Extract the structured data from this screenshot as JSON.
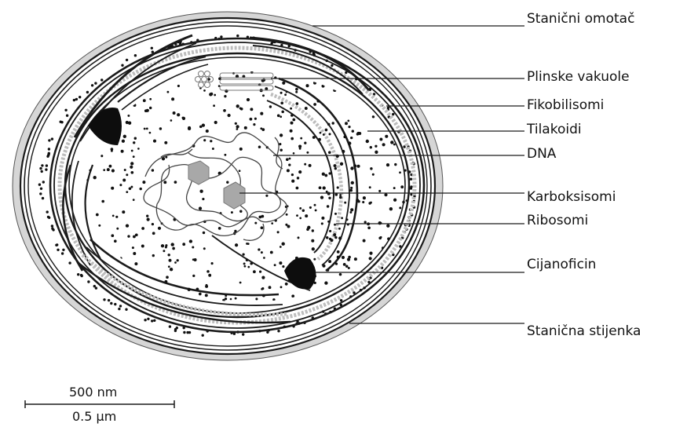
{
  "labels": [
    {
      "id": "stanicni-omotac",
      "text": "Stanični omotač"
    },
    {
      "id": "plinske-vakuole",
      "text": "Plinske vakuole"
    },
    {
      "id": "fikobilisomi",
      "text": "Fikobilisomi"
    },
    {
      "id": "tilakoidi",
      "text": "Tilakoidi"
    },
    {
      "id": "dna",
      "text": "DNA"
    },
    {
      "id": "karboksisomi",
      "text": "Karboksisomi"
    },
    {
      "id": "ribosomi",
      "text": "Ribosomi"
    },
    {
      "id": "cijanoficin",
      "text": "Cijanoficin"
    },
    {
      "id": "stanicna-stijenka",
      "text": "Stanična stijenka"
    }
  ],
  "scale": {
    "top": "500 nm",
    "bottom": "0.5 μm"
  },
  "colors": {
    "outer_envelope": "#d4d4d4",
    "stroke": "#1a1a1a",
    "phycobilisome": "#bdbdbd",
    "carboxysome": "#a8a8a8"
  }
}
